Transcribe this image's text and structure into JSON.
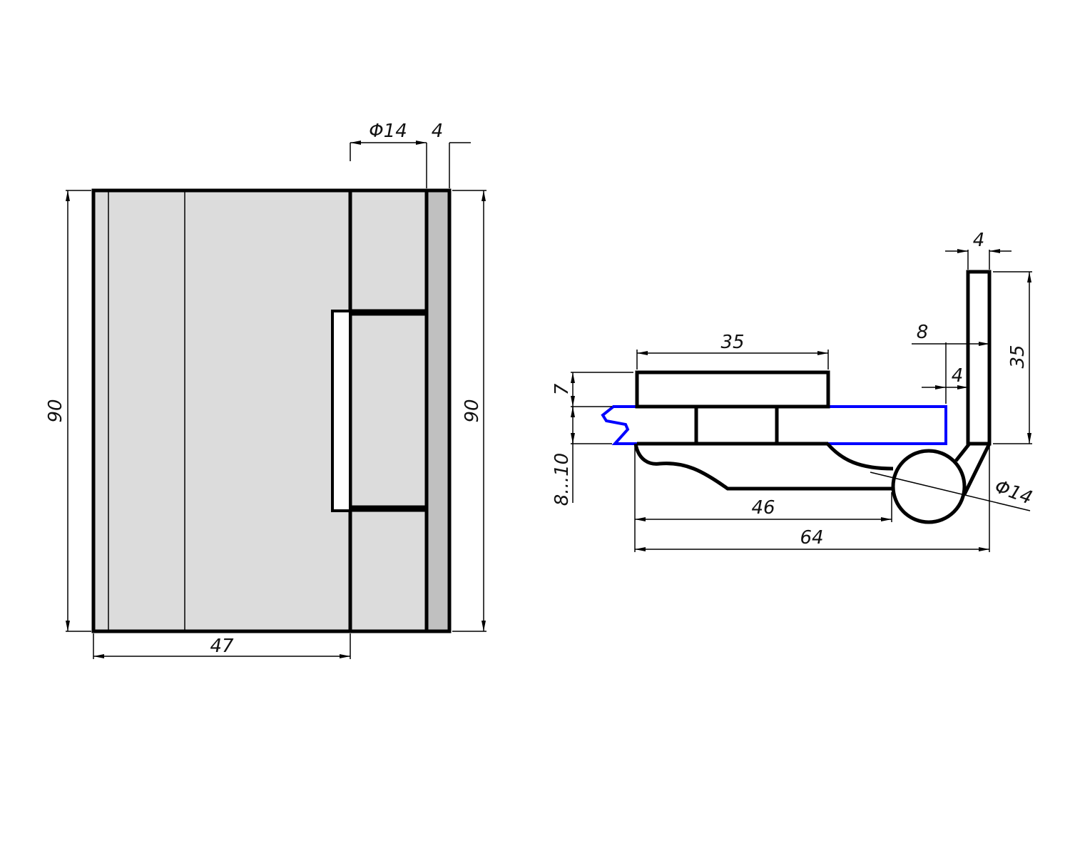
{
  "front_view": {
    "height_left": "90",
    "height_right": "90",
    "width_bottom": "47",
    "pivot_diameter": "Φ14",
    "plate_thickness": "4"
  },
  "side_view": {
    "clamp_length": "35",
    "plate_thickness_top": "4",
    "plate_height": "35",
    "offset_8": "8",
    "offset_4": "4",
    "clamp_thickness": "7",
    "glass_thickness": "8...10",
    "body_length": "46",
    "overall_length": "64",
    "pivot_diameter": "Φ14"
  },
  "colors": {
    "glass_outline": "#0000ff",
    "body_fill": "#dcdcdc",
    "plate_fill": "#c0c0c0"
  }
}
